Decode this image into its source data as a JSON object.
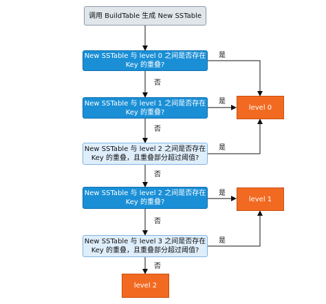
{
  "nodes": {
    "start": "调用 BuildTable 生成 New SSTable",
    "q1": "New SSTable 与 level 0 之间是否存在\nKey 的重叠?",
    "q2": "New SSTable 与 level 1 之间是否存在\nKey 的重叠?",
    "q3": "New SSTable 与 level 2 之间是否存在\nKey 的重叠，且重叠部分超过阈值?",
    "q4": "New SSTable 与 level 2 之间是否存在\nKey 的重叠?",
    "q5": "New SSTable 与 level 3 之间是否存在\nKey 的重叠，且重叠部分超过阈值?",
    "level0": "level 0",
    "level1": "level 1",
    "level2": "level 2"
  },
  "labels": {
    "yes": "是",
    "no": "否"
  },
  "colors": {
    "blue": "#1a8fd6",
    "light": "#dfeefb",
    "orange": "#f26a21",
    "grey": "#e1e6eb"
  }
}
